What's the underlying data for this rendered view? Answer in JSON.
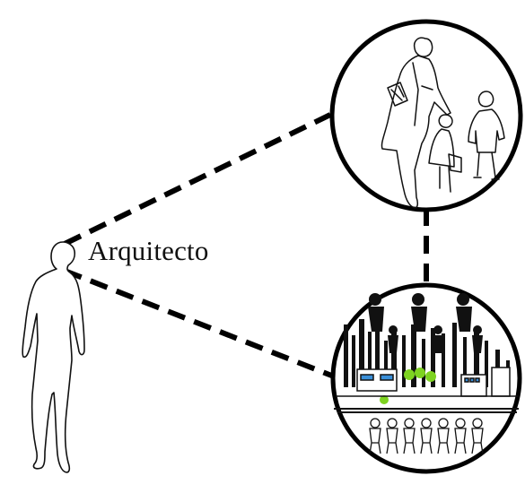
{
  "diagram": {
    "label": "Arquitecto",
    "colors": {
      "stroke": "#000000",
      "fill": "#ffffff",
      "accent_green": "#7ed321",
      "accent_blue": "#3a8fd8"
    },
    "nodes": [
      {
        "id": "architect",
        "icon": "person-silhouette-icon"
      },
      {
        "id": "family-circle",
        "icon": "woman-with-children-icon"
      },
      {
        "id": "city-circle",
        "icon": "city-street-scene-icon"
      }
    ],
    "edges": [
      {
        "from": "architect",
        "to": "family-circle",
        "style": "dashed"
      },
      {
        "from": "architect",
        "to": "city-circle",
        "style": "dashed"
      },
      {
        "from": "family-circle",
        "to": "city-circle",
        "style": "dashed"
      }
    ]
  }
}
